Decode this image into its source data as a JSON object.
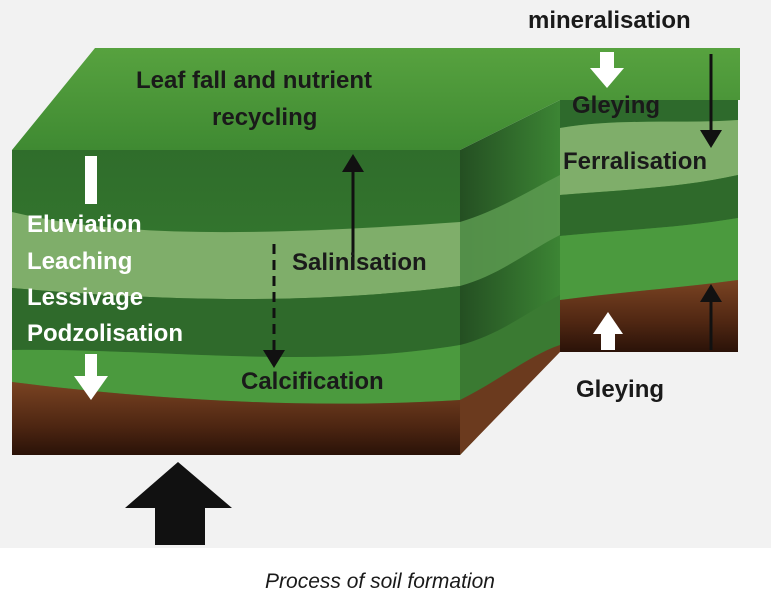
{
  "diagram": {
    "caption": "Process of soil formation",
    "labels": {
      "mineralisation": "mineralisation",
      "leaf_fall_line1": "Leaf fall and nutrient",
      "leaf_fall_line2": "recycling",
      "gleying_top": "Gleying",
      "ferralisation": "Ferralisation",
      "eluviation": "Eluviation",
      "leaching": "Leaching",
      "lessivage": "Lessivage",
      "podzolisation": "Podzolisation",
      "salinisation": "Salinisation",
      "calcification": "Calcification",
      "gleying_bottom": "Gleying"
    },
    "colors": {
      "background": "#f2f2f2",
      "top_surface": "#4f9a3a",
      "dark_green": "#2e6a2c",
      "mid_green": "#3f8a38",
      "light_band": "#7fae6a",
      "soil_brown": "#6b3a1e",
      "arrow_black": "#111111",
      "arrow_white": "#ffffff",
      "text": "#1a1a1a"
    }
  }
}
